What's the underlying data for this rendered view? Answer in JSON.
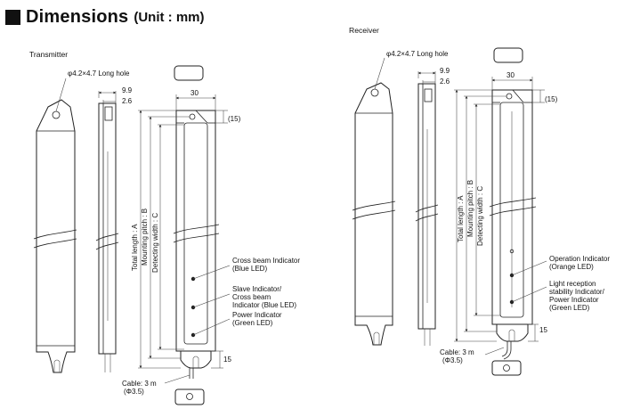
{
  "header": {
    "title": "Dimensions",
    "unit": "(Unit : mm)"
  },
  "transmitter": {
    "label": "Transmitter",
    "hole": "φ4.2×4.7 Long hole",
    "dim_9_9": "9.9",
    "dim_2_6": "2.6",
    "dim_30": "30",
    "dim_15_top": "(15)",
    "dim_15_bottom": "15",
    "total_length": "Total length : A",
    "mounting_pitch": "Mounting pitch : B",
    "detecting_width": "Detecting width : C",
    "ind1_line1": "Cross beam Indicator",
    "ind1_line2": "(Blue LED)",
    "ind2_line1": "Slave Indicator/",
    "ind2_line2": "Cross beam",
    "ind2_line3": "Indicator (Blue LED)",
    "ind3_line1": "Power Indicator",
    "ind3_line2": "(Green LED)",
    "cable_line1": "Cable: 3 m",
    "cable_line2": "(Φ3.5)"
  },
  "receiver": {
    "label": "Receiver",
    "hole": "φ4.2×4.7 Long hole",
    "dim_9_9": "9.9",
    "dim_2_6": "2.6",
    "dim_30": "30",
    "dim_15_top": "(15)",
    "dim_15_bottom": "15",
    "total_length": "Total length : A",
    "mounting_pitch": "Mounting pitch : B",
    "detecting_width": "Detecting width : C",
    "ind1_line1": "Operation Indicator",
    "ind1_line2": "(Orange LED)",
    "ind2_line1": "Light reception",
    "ind2_line2": "stability Indicator/",
    "ind2_line3": "Power Indicator",
    "ind2_line4": "(Green LED)",
    "cable_line1": "Cable: 3 m",
    "cable_line2": "(Φ3.5)"
  }
}
